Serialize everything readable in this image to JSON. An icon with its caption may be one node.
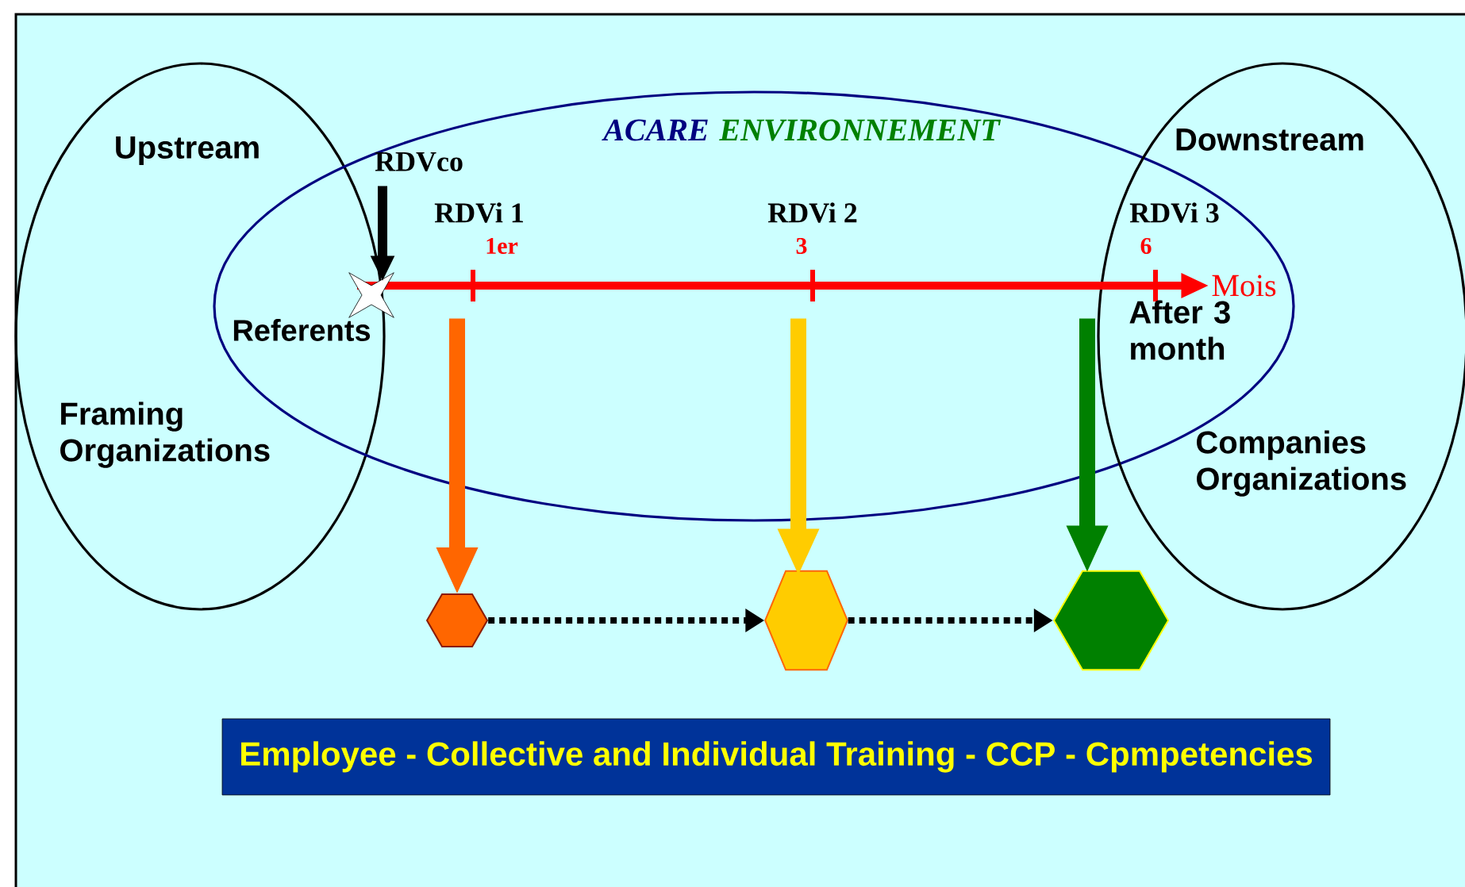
{
  "diagram": {
    "nodes": [
      {
        "text": [
          "Upstream",
          "Framing Organizations"
        ]
      },
      {
        "text": [
          "ACARE",
          "ENVIRONNEMENT"
        ]
      },
      {
        "text": [
          "Downstream",
          "Companies Organizations"
        ]
      },
      {
        "text": [
          "RDVco"
        ],
        "in": 1
      },
      {
        "text": [],
        "shape": "bar",
        "in": 1
      },
      {
        "text": [],
        "shape": "hexagon"
      },
      {
        "text": [],
        "shape": "hexagon"
      },
      {
        "text": [],
        "shape": "hexagon"
      },
      {
        "text": [
          "Employee - Collective and Individual Training - CCP - Cpmpetencies"
        ]
      }
    ],
    "edges": [
      {
        "from": 3,
        "to": 4,
        "arrow": "to"
      },
      {
        "from": 4,
        "to": 5,
        "arrow": "to",
        "color": "#ff6600"
      },
      {
        "from": 4,
        "to": 6,
        "arrow": "to",
        "color": "#ffcc00"
      },
      {
        "from": 4,
        "to": 7,
        "arrow": "to",
        "color": "#008000"
      },
      {
        "from": 5,
        "to": 6,
        "arrow": "to",
        "style": "dashed"
      },
      {
        "from": 6,
        "to": 7,
        "arrow": "to",
        "style": "dashed"
      }
    ],
    "labels": [
      "RDVi 1",
      "RDVi 2",
      "RDVi 3",
      "1er",
      "3",
      "6",
      "Mois",
      "Referents",
      "After 3 month"
    ]
  }
}
